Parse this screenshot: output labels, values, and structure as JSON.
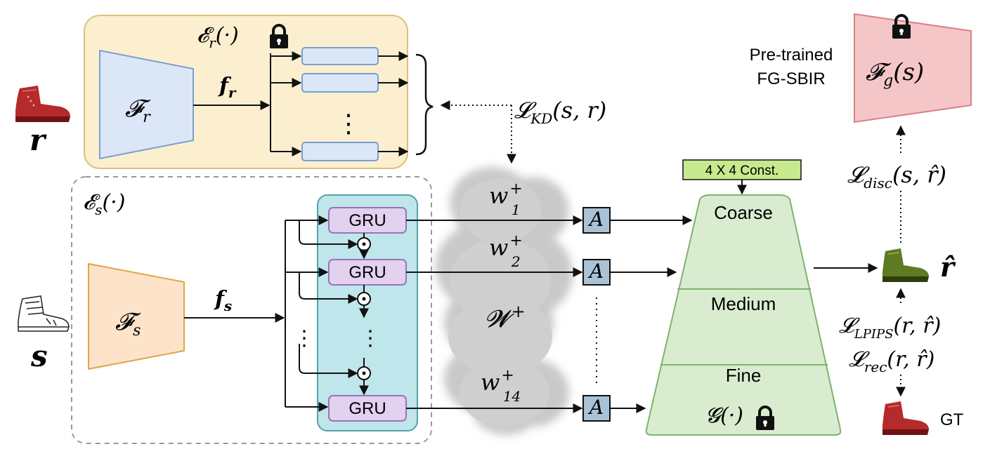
{
  "teacher": {
    "encoder_label": "𝓔",
    "encoder_sub": "r",
    "encoder_args": "(·)",
    "backbone_main": "𝓕",
    "backbone_sub": "r",
    "feature_main": "f",
    "feature_sub": "r",
    "vdots": "⋮"
  },
  "student": {
    "encoder_label": "𝓔",
    "encoder_sub": "s",
    "encoder_args": "(·)",
    "backbone_main": "𝓕",
    "backbone_sub": "s",
    "feature_main": "f",
    "feature_sub": "s",
    "gru_labels": [
      "GRU",
      "GRU",
      "GRU"
    ],
    "vdots": "⋮"
  },
  "inputs": {
    "photo_label": "r",
    "sketch_label": "s"
  },
  "latent": {
    "w1_main": "w",
    "w1_sup": "+",
    "w1_sub": "1",
    "w2_main": "w",
    "w2_sup": "+",
    "w2_sub": "2",
    "w14_main": "w",
    "w14_sup": "+",
    "w14_sub": "14",
    "space_main": "𝓦",
    "space_sup": "+",
    "affine_labels": [
      "A",
      "A",
      "A"
    ]
  },
  "generator": {
    "const_label": "4 X 4 Const.",
    "levels": [
      "Coarse",
      "Medium",
      "Fine"
    ],
    "label_main": "𝓖",
    "label_args": "(·)"
  },
  "losses": {
    "kd_main": "𝓛",
    "kd_sub": "KD",
    "kd_args": "(s, r)",
    "disc_main": "𝓛",
    "disc_sub": "disc",
    "disc_args": "(s, r̂)",
    "lpips_main": "𝓛",
    "lpips_sub": "LPIPS",
    "lpips_args": "(r, r̂)",
    "rec_main": "𝓛",
    "rec_sub": "rec",
    "rec_args": "(r, r̂)"
  },
  "fgsbir": {
    "caption_line1": "Pre-trained",
    "caption_line2": "FG-SBIR",
    "model_main": "𝓕",
    "model_sub": "g",
    "model_args": "(s)"
  },
  "output": {
    "label": "r̂",
    "gt_label": "GT"
  },
  "colors": {
    "teacher_bg": "#fbefcf",
    "teacher_border": "#d9c27a",
    "backbone_blue": "#dbe6f7",
    "backbone_blue_border": "#7a9fd1",
    "student_orange": "#fde3c9",
    "student_orange_border": "#e0a54a",
    "gru_panel": "#bfe6ea",
    "gru_panel_border": "#4fa3ad",
    "gru_box": "#e3d1ef",
    "gru_box_border": "#9a74b8",
    "affine": "#a9c2d6",
    "generator": "#d9ecd0",
    "generator_border": "#7fb36a",
    "const": "#c7ea8e",
    "fgsbir": "#f5c6c8",
    "fgsbir_border": "#d98088",
    "shoe_red": "#b52a2a",
    "shoe_green": "#5e7a22"
  }
}
